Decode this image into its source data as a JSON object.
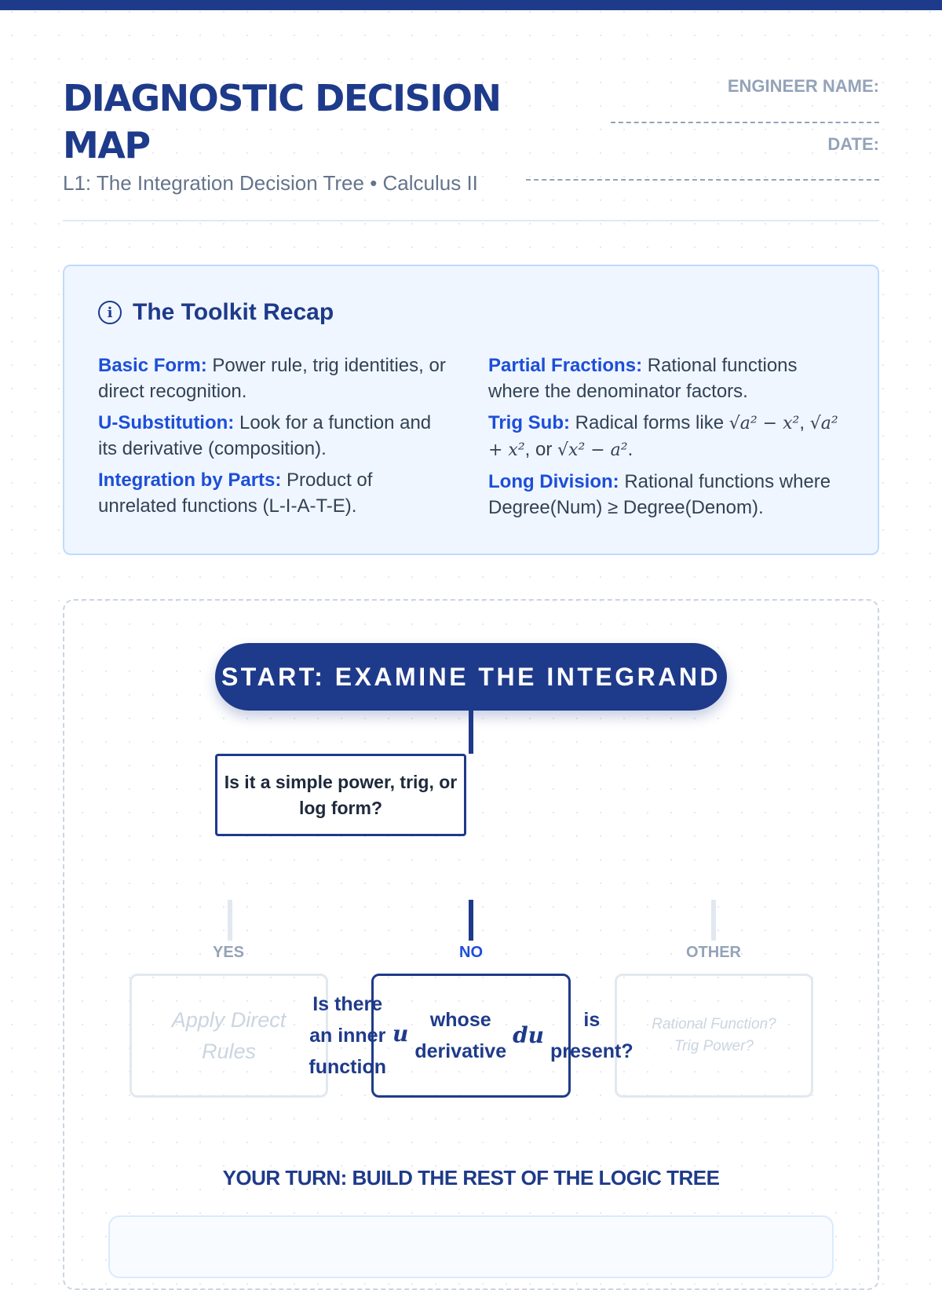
{
  "header": {
    "title": "DIAGNOSTIC DECISION MAP",
    "subtitle": "L1: The Integration Decision Tree • Calculus II",
    "engineer_label": "ENGINEER NAME:",
    "date_label": "DATE:"
  },
  "recap": {
    "title": "The Toolkit Recap",
    "icon": "info-icon",
    "left": [
      {
        "term": "Basic Form:",
        "desc": "Power rule, trig identities, or direct recognition."
      },
      {
        "term": "U-Substitution:",
        "desc": "Look for a function and its derivative (composition)."
      },
      {
        "term": "Integration by Parts:",
        "desc": "Product of unrelated functions (L-I-A-T-E)."
      }
    ],
    "right": [
      {
        "term": "Partial Fractions:",
        "desc": "Rational functions where the denominator factors."
      },
      {
        "term": "Trig Sub:",
        "desc": "Radical forms like",
        "m1": "√a² − x²",
        ",": ",",
        "m2": "√a² + x²",
        "or": ", or",
        "m3": "√x² − a²",
        "end": "."
      },
      {
        "term": "Long Division:",
        "desc": "Rational functions where Degree(Num) ≥ Degree(Denom)."
      }
    ]
  },
  "flow": {
    "start": "START: EXAMINE THE INTEGRAND",
    "q1": "Is it a simple power, trig, or log form?",
    "branches": [
      {
        "label": "YES",
        "box": "Apply Direct Rules"
      },
      {
        "label": "NO"
      },
      {
        "label": "OTHER",
        "box": "Rational Function? Trig Power?"
      }
    ],
    "q2": {
      "p1": "Is there an inner function",
      "m1": "u",
      "p2": "whose derivative",
      "m2": "du",
      "p3": "is present?"
    },
    "your_turn": "YOUR TURN: BUILD THE REST OF THE LOGIC TREE"
  },
  "colors": {
    "navy": "#1e3a8a",
    "blue": "#1d4ed8"
  }
}
